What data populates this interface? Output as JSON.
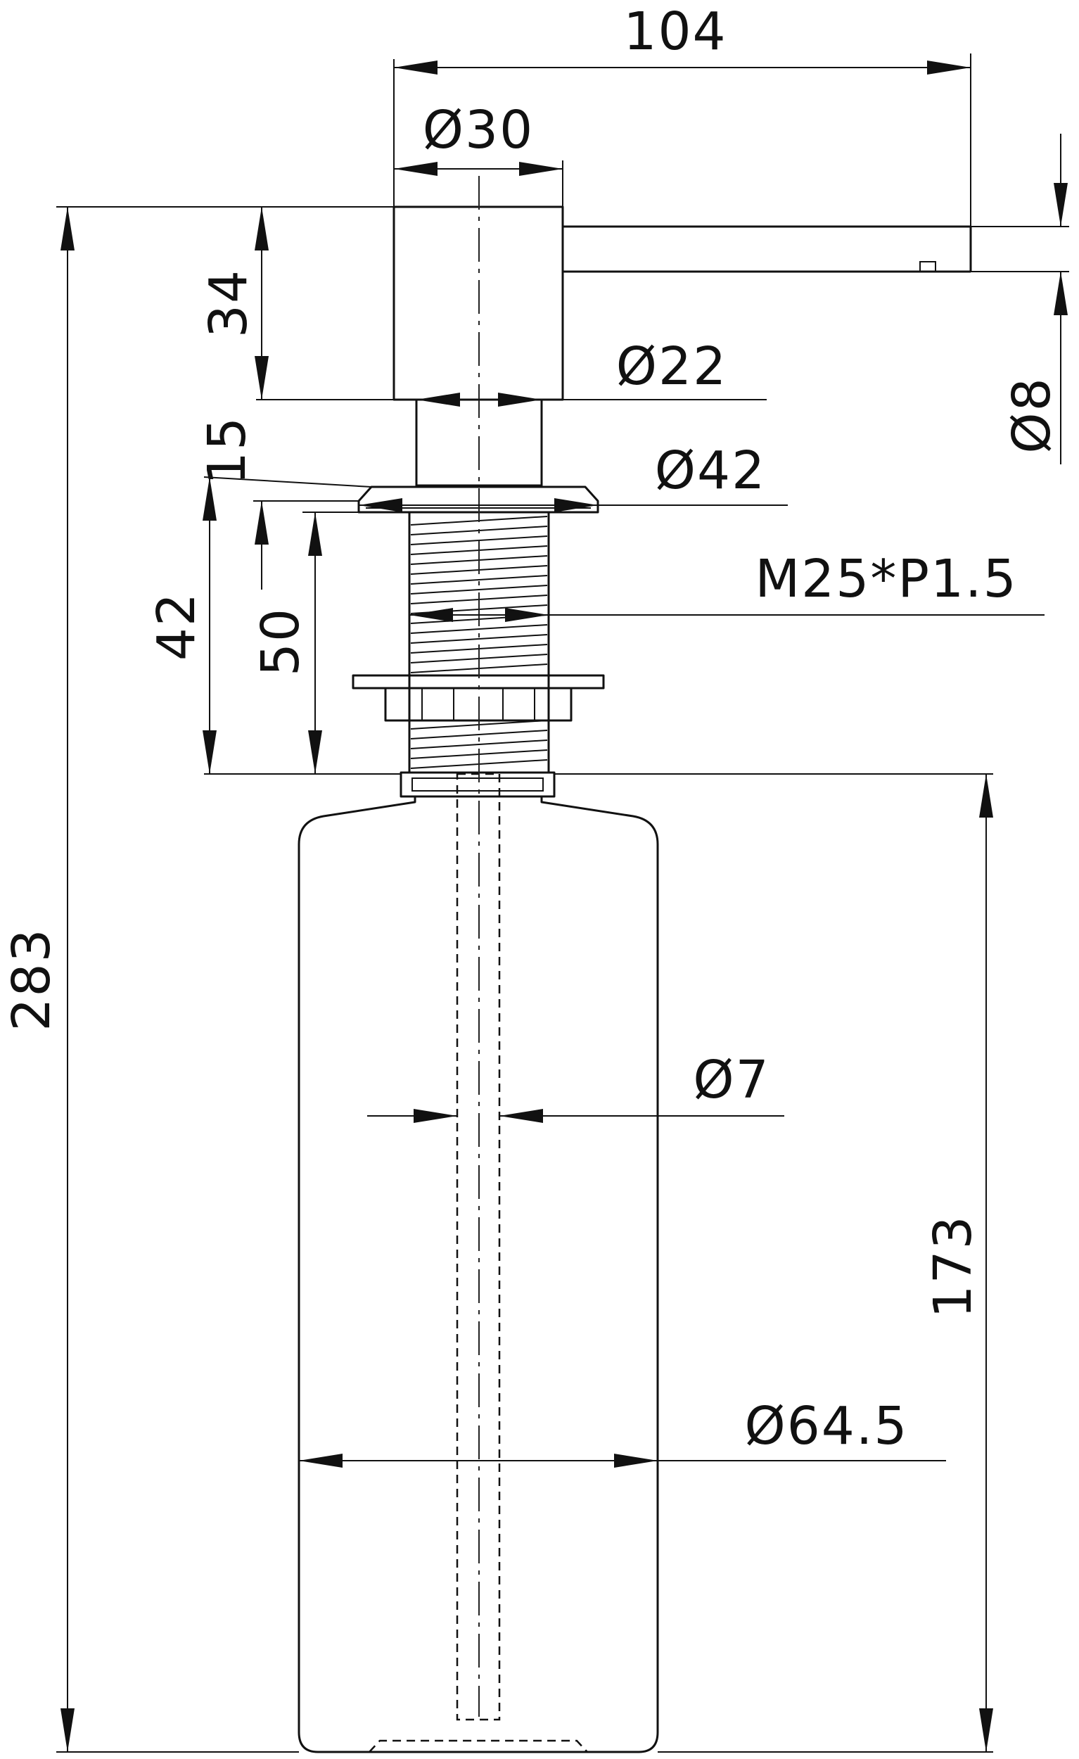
{
  "drawing": {
    "dimensions": {
      "spout_length": "104",
      "head_diameter": "Ø30",
      "head_height": "34",
      "body_diameter": "Ø22",
      "spout_diameter": "Ø8",
      "flange_thickness": "15",
      "flange_diameter": "Ø42",
      "thread_spec": "M25*P1.5",
      "thread_length": "42",
      "max_counter_thickness": "50",
      "total_height": "283",
      "tube_diameter": "Ø7",
      "bottle_height": "173",
      "bottle_diameter": "Ø64.5"
    }
  }
}
